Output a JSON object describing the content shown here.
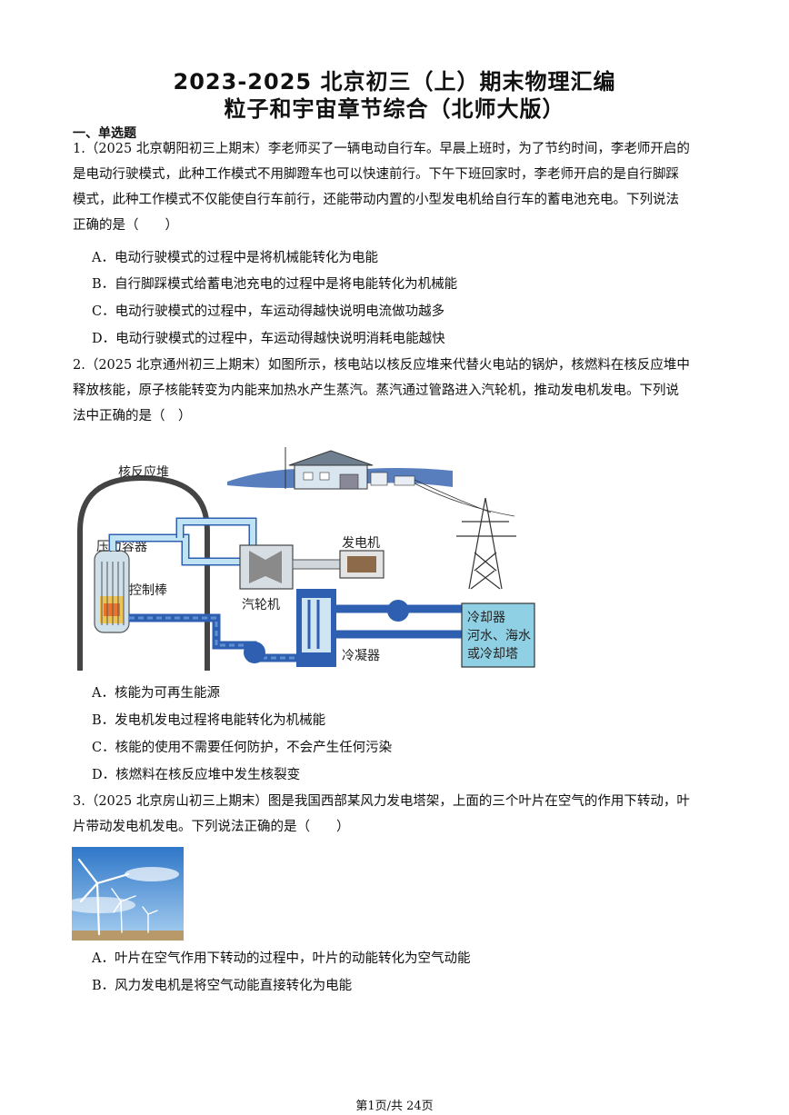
{
  "header": {
    "title_line1": "2023-2025 北京初三（上）期末物理汇编",
    "title_line2": "粒子和宇宙章节综合（北师大版）"
  },
  "section": "一、单选题",
  "q1": {
    "lines": [
      "1.（2025 北京朝阳初三上期末）李老师买了一辆电动自行车。早晨上班时，为了节约时间，李老师开启的",
      "是电动行驶模式，此种工作模式不用脚蹬车也可以快速前行。下午下班回家时，李老师开启的是自行脚踩",
      "模式，此种工作模式不仅能使自行车前行，还能带动内置的小型发电机给自行车的蓄电池充电。下列说法",
      "正确的是（　　）"
    ],
    "options": [
      "A．电动行驶模式的过程中是将机械能转化为电能",
      "B．自行脚踩模式给蓄电池充电的过程中是将电能转化为机械能",
      "C．电动行驶模式的过程中，车运动得越快说明电流做功越多",
      "D．电动行驶模式的过程中，车运动得越快说明消耗电能越快"
    ]
  },
  "q2": {
    "lines": [
      "2.（2025 北京通州初三上期末）如图所示，核电站以核反应堆来代替火电站的锅炉，核燃料在核反应堆中",
      "释放核能，原子核能转变为内能来加热水产生蒸汽。蒸汽通过管路进入汽轮机，推动发电机发电。下列说",
      "法中正确的是（　）"
    ],
    "diagram_labels": {
      "reactor": "核反应堆",
      "pressure_vessel": "压力容器",
      "control_rod": "控制棒",
      "turbine": "汽轮机",
      "generator": "发电机",
      "condenser": "冷凝器",
      "cooler_line1": "冷却器",
      "cooler_line2": "河水、海水",
      "cooler_line3": "或冷却塔"
    },
    "options": [
      "A．核能为可再生能源",
      "B．发电机发电过程将电能转化为机械能",
      "C．核能的使用不需要任何防护，不会产生任何污染",
      "D．核燃料在核反应堆中发生核裂变"
    ]
  },
  "q3": {
    "lines": [
      "3.（2025 北京房山初三上期末）图是我国西部某风力发电塔架，上面的三个叶片在空气的作用下转动，叶",
      "片带动发电机发电。下列说法正确的是（　　）"
    ],
    "options": [
      "A．叶片在空气作用下转动的过程中，叶片的动能转化为空气动能",
      "B．风力发电机是将空气动能直接转化为电能"
    ]
  },
  "footer": "第1页/共 24页",
  "colors": {
    "pipe": "#2e5fb0",
    "pipe_light": "#bfe3f2",
    "cooler": "#8fd0e4",
    "sky": "#4a8fd6"
  }
}
